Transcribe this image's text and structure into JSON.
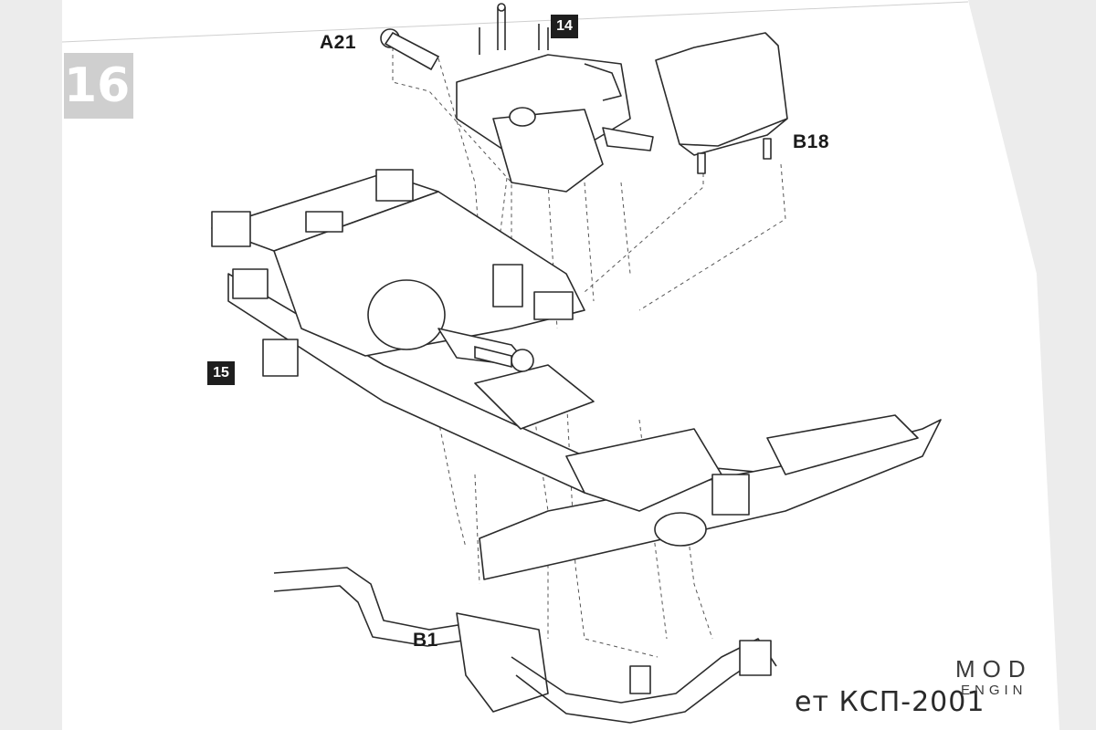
{
  "sheet": {
    "step_number": "16",
    "footer_text": "ет КСП-2001",
    "brand_line1": "MOD",
    "brand_line2": "ENGIN"
  },
  "callouts": {
    "box_14": "14",
    "box_15": "15",
    "part_a21": "A21",
    "part_b18": "B18",
    "part_b1": "B1"
  },
  "colors": {
    "paper": "#ffffff",
    "background": "#ececec",
    "line": "#2b2b2b",
    "step_badge": "#cfcfcf",
    "callout_box": "#1e1e1e"
  }
}
